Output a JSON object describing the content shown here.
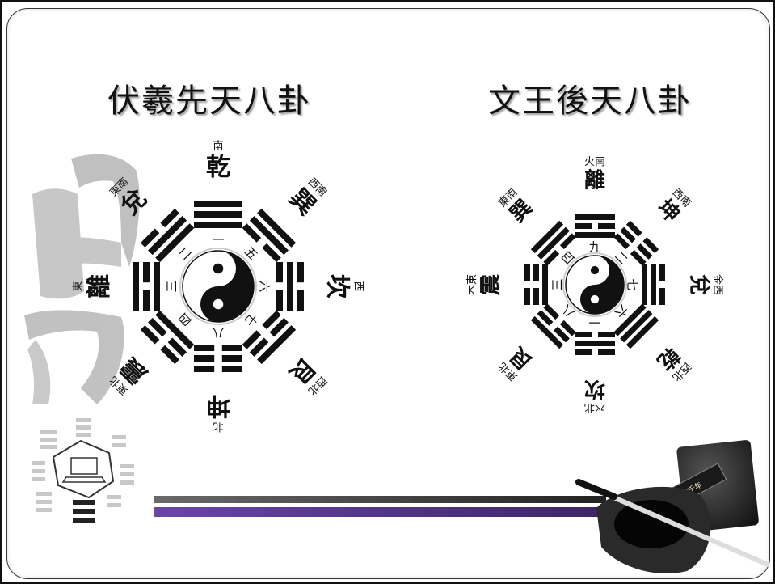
{
  "left_diagram": {
    "title": "伏羲先天八卦",
    "positions": [
      {
        "name": "乾",
        "direction": "南",
        "number": "一",
        "lines": [
          1,
          1,
          1
        ]
      },
      {
        "name": "兌",
        "direction": "東南",
        "number": "二",
        "lines": [
          1,
          1,
          0
        ]
      },
      {
        "name": "離",
        "direction": "東",
        "number": "三",
        "lines": [
          1,
          0,
          1
        ]
      },
      {
        "name": "震",
        "direction": "東北",
        "number": "四",
        "lines": [
          1,
          0,
          0
        ]
      },
      {
        "name": "坤",
        "direction": "北",
        "number": "八",
        "lines": [
          0,
          0,
          0
        ]
      },
      {
        "name": "艮",
        "direction": "西北",
        "number": "七",
        "lines": [
          0,
          0,
          1
        ]
      },
      {
        "name": "坎",
        "direction": "西",
        "number": "六",
        "lines": [
          0,
          1,
          0
        ]
      },
      {
        "name": "巽",
        "direction": "西南",
        "number": "五",
        "lines": [
          0,
          1,
          1
        ]
      }
    ]
  },
  "right_diagram": {
    "title": "文王後天八卦",
    "positions": [
      {
        "name": "離",
        "direction": "火南",
        "number": "九",
        "lines": [
          1,
          0,
          1
        ]
      },
      {
        "name": "巽",
        "direction": "東南",
        "number": "四",
        "lines": [
          0,
          1,
          1
        ]
      },
      {
        "name": "震",
        "direction": "木東",
        "number": "三",
        "lines": [
          1,
          0,
          0
        ]
      },
      {
        "name": "艮",
        "direction": "東北",
        "number": "八",
        "lines": [
          0,
          0,
          1
        ]
      },
      {
        "name": "坎",
        "direction": "水北",
        "number": "一",
        "lines": [
          0,
          1,
          0
        ]
      },
      {
        "name": "乾",
        "direction": "西北",
        "number": "六",
        "lines": [
          1,
          1,
          1
        ]
      },
      {
        "name": "兌",
        "direction": "金西",
        "number": "七",
        "lines": [
          1,
          1,
          0
        ]
      },
      {
        "name": "坤",
        "direction": "西南",
        "number": "二",
        "lines": [
          0,
          0,
          0
        ]
      }
    ]
  },
  "decor": {
    "watermark_glyph": "易",
    "seal_text": "墨香千年"
  },
  "colors": {
    "bar_top": "#5a5a5a",
    "bar_bottom": "#5b3a8c",
    "ink": "#111111",
    "watermark": "#9a9a9a"
  }
}
